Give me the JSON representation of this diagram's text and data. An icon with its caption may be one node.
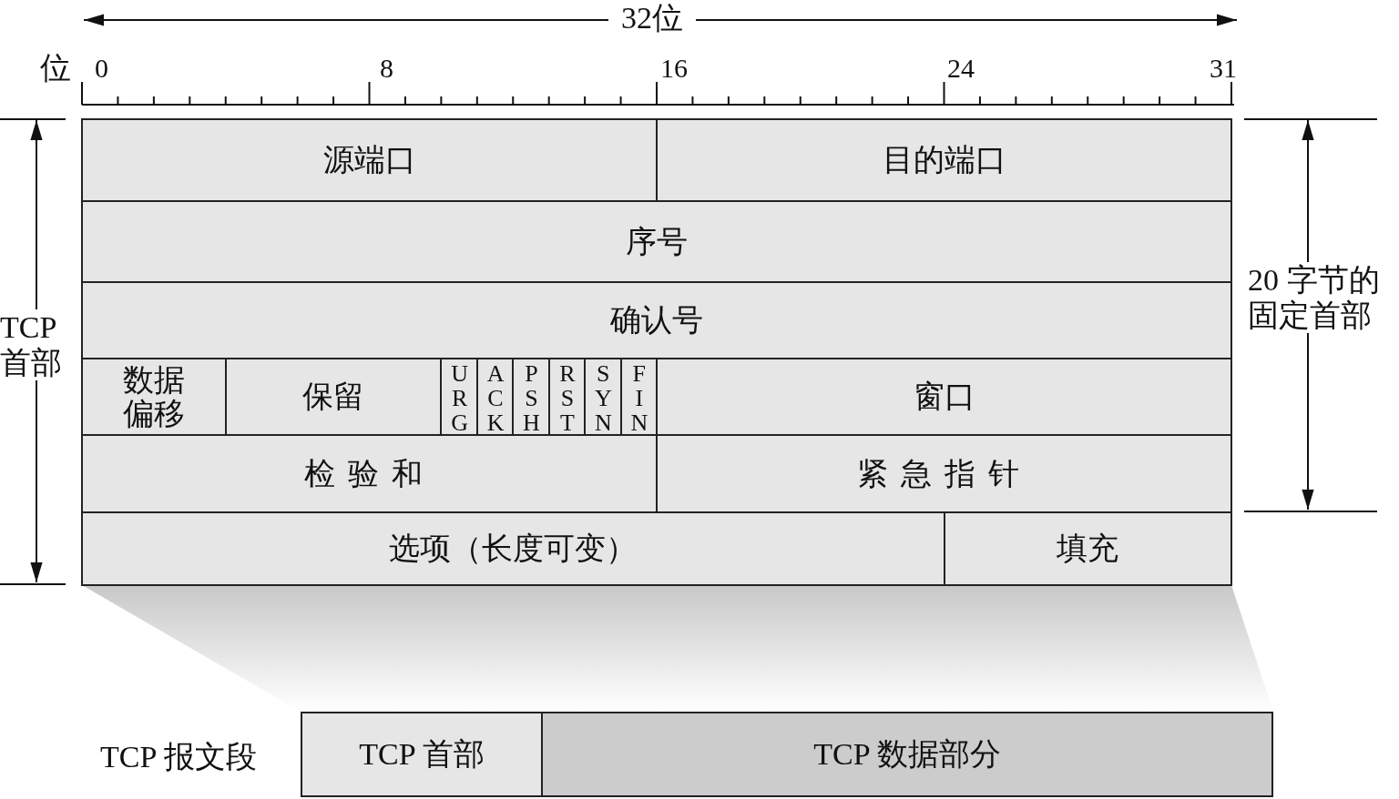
{
  "diagram": {
    "nodes": [
      {
        "text": [
          "源端口"
        ]
      },
      {
        "text": [
          "目的端口"
        ]
      },
      {
        "text": [
          "序号"
        ]
      },
      {
        "text": [
          "确认号"
        ]
      },
      {
        "text": [
          "数据偏移"
        ]
      },
      {
        "text": [
          "保留"
        ]
      },
      {
        "text": [
          "URG"
        ]
      },
      {
        "text": [
          "ACK"
        ]
      },
      {
        "text": [
          "PSH"
        ]
      },
      {
        "text": [
          "RST"
        ]
      },
      {
        "text": [
          "SYN"
        ]
      },
      {
        "text": [
          "FIN"
        ]
      },
      {
        "text": [
          "窗口"
        ]
      },
      {
        "text": [
          "检验和"
        ]
      },
      {
        "text": [
          "紧急指针"
        ]
      },
      {
        "text": [
          "选项（长度可变）"
        ]
      },
      {
        "text": [
          "填充"
        ]
      },
      {
        "text": [
          "TCP 首部"
        ]
      },
      {
        "text": [
          "TCP 数据部分"
        ]
      }
    ],
    "edges": [],
    "labels": [
      "32位",
      "位",
      "0",
      "8",
      "16",
      "24",
      "31",
      "TCP 首部",
      "20 字节的固定首部",
      "TCP 报文段"
    ]
  }
}
